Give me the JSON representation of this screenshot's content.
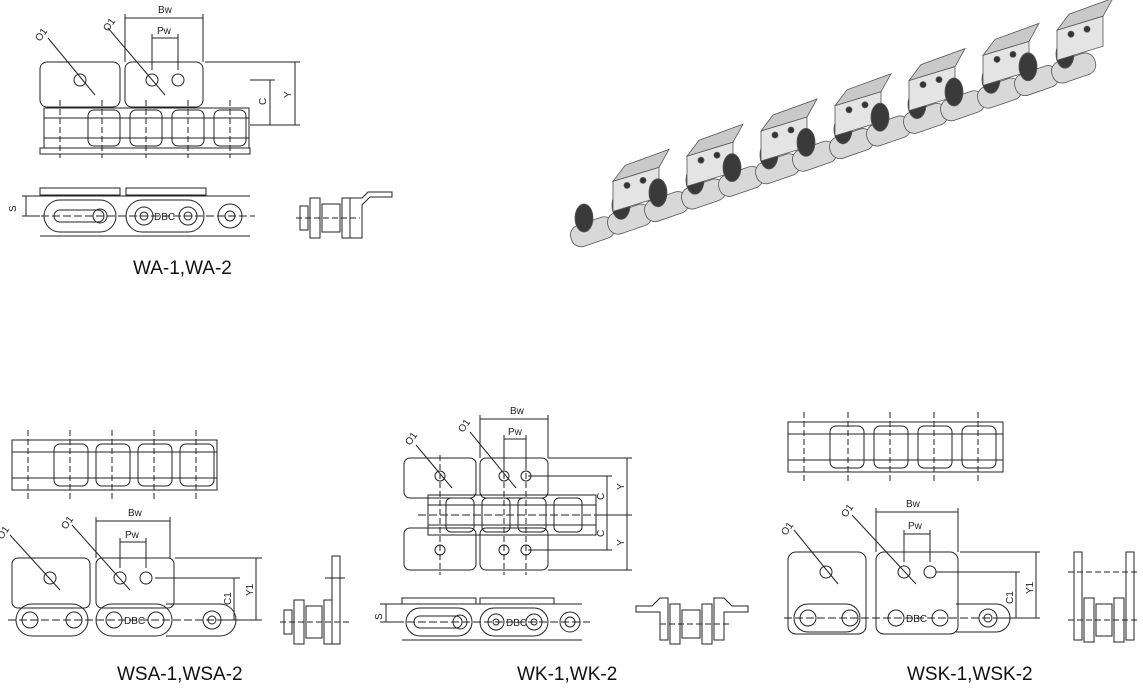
{
  "captions": {
    "wa": "WA-1,WA-2",
    "wsa": "WSA-1,WSA-2",
    "wk": "WK-1,WK-2",
    "wsk": "WSK-1,WSK-2"
  },
  "dim_labels": {
    "o1": "O1",
    "bw": "Bw",
    "pw": "Pw",
    "c": "C",
    "y": "Y",
    "c1": "C1",
    "y1": "Y1",
    "s": "S",
    "dbc": "DBC"
  },
  "colors": {
    "line": "#222222",
    "plate_fill": "#ffffff",
    "photo_plate": "#c9c9c9",
    "photo_roller": "#3a3a3a"
  }
}
